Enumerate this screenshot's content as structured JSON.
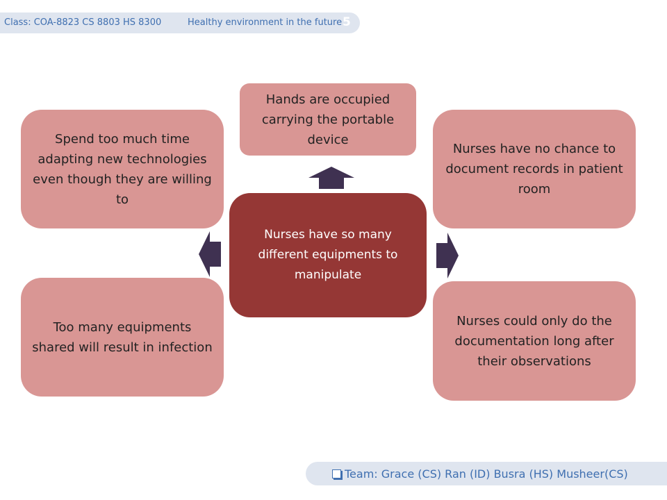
{
  "header": {
    "class_label": "Class:  COA-8823 CS 8803 HS 8300",
    "topic": "Healthy environment in the future",
    "page_number": "5"
  },
  "diagram": {
    "center": "Nurses have so many different equipments to manipulate",
    "top": "Hands are occupied carrying the portable device",
    "top_left": "Spend too much time adapting new technologies even though they are willing to",
    "bottom_left": "Too many equipments shared will result in infection",
    "top_right": "Nurses have no chance to document records in patient room",
    "bottom_right": "Nurses could only do the documentation long after their observations"
  },
  "footer": {
    "team": "Team:   Grace (CS)  Ran (ID)  Busra (HS)  Musheer(CS)"
  },
  "colors": {
    "center_box": "#953735",
    "outer_box": "#d99694",
    "arrow": "#3f3151",
    "pill_bg": "#dfe5ef",
    "pill_text": "#3f6fb0"
  }
}
